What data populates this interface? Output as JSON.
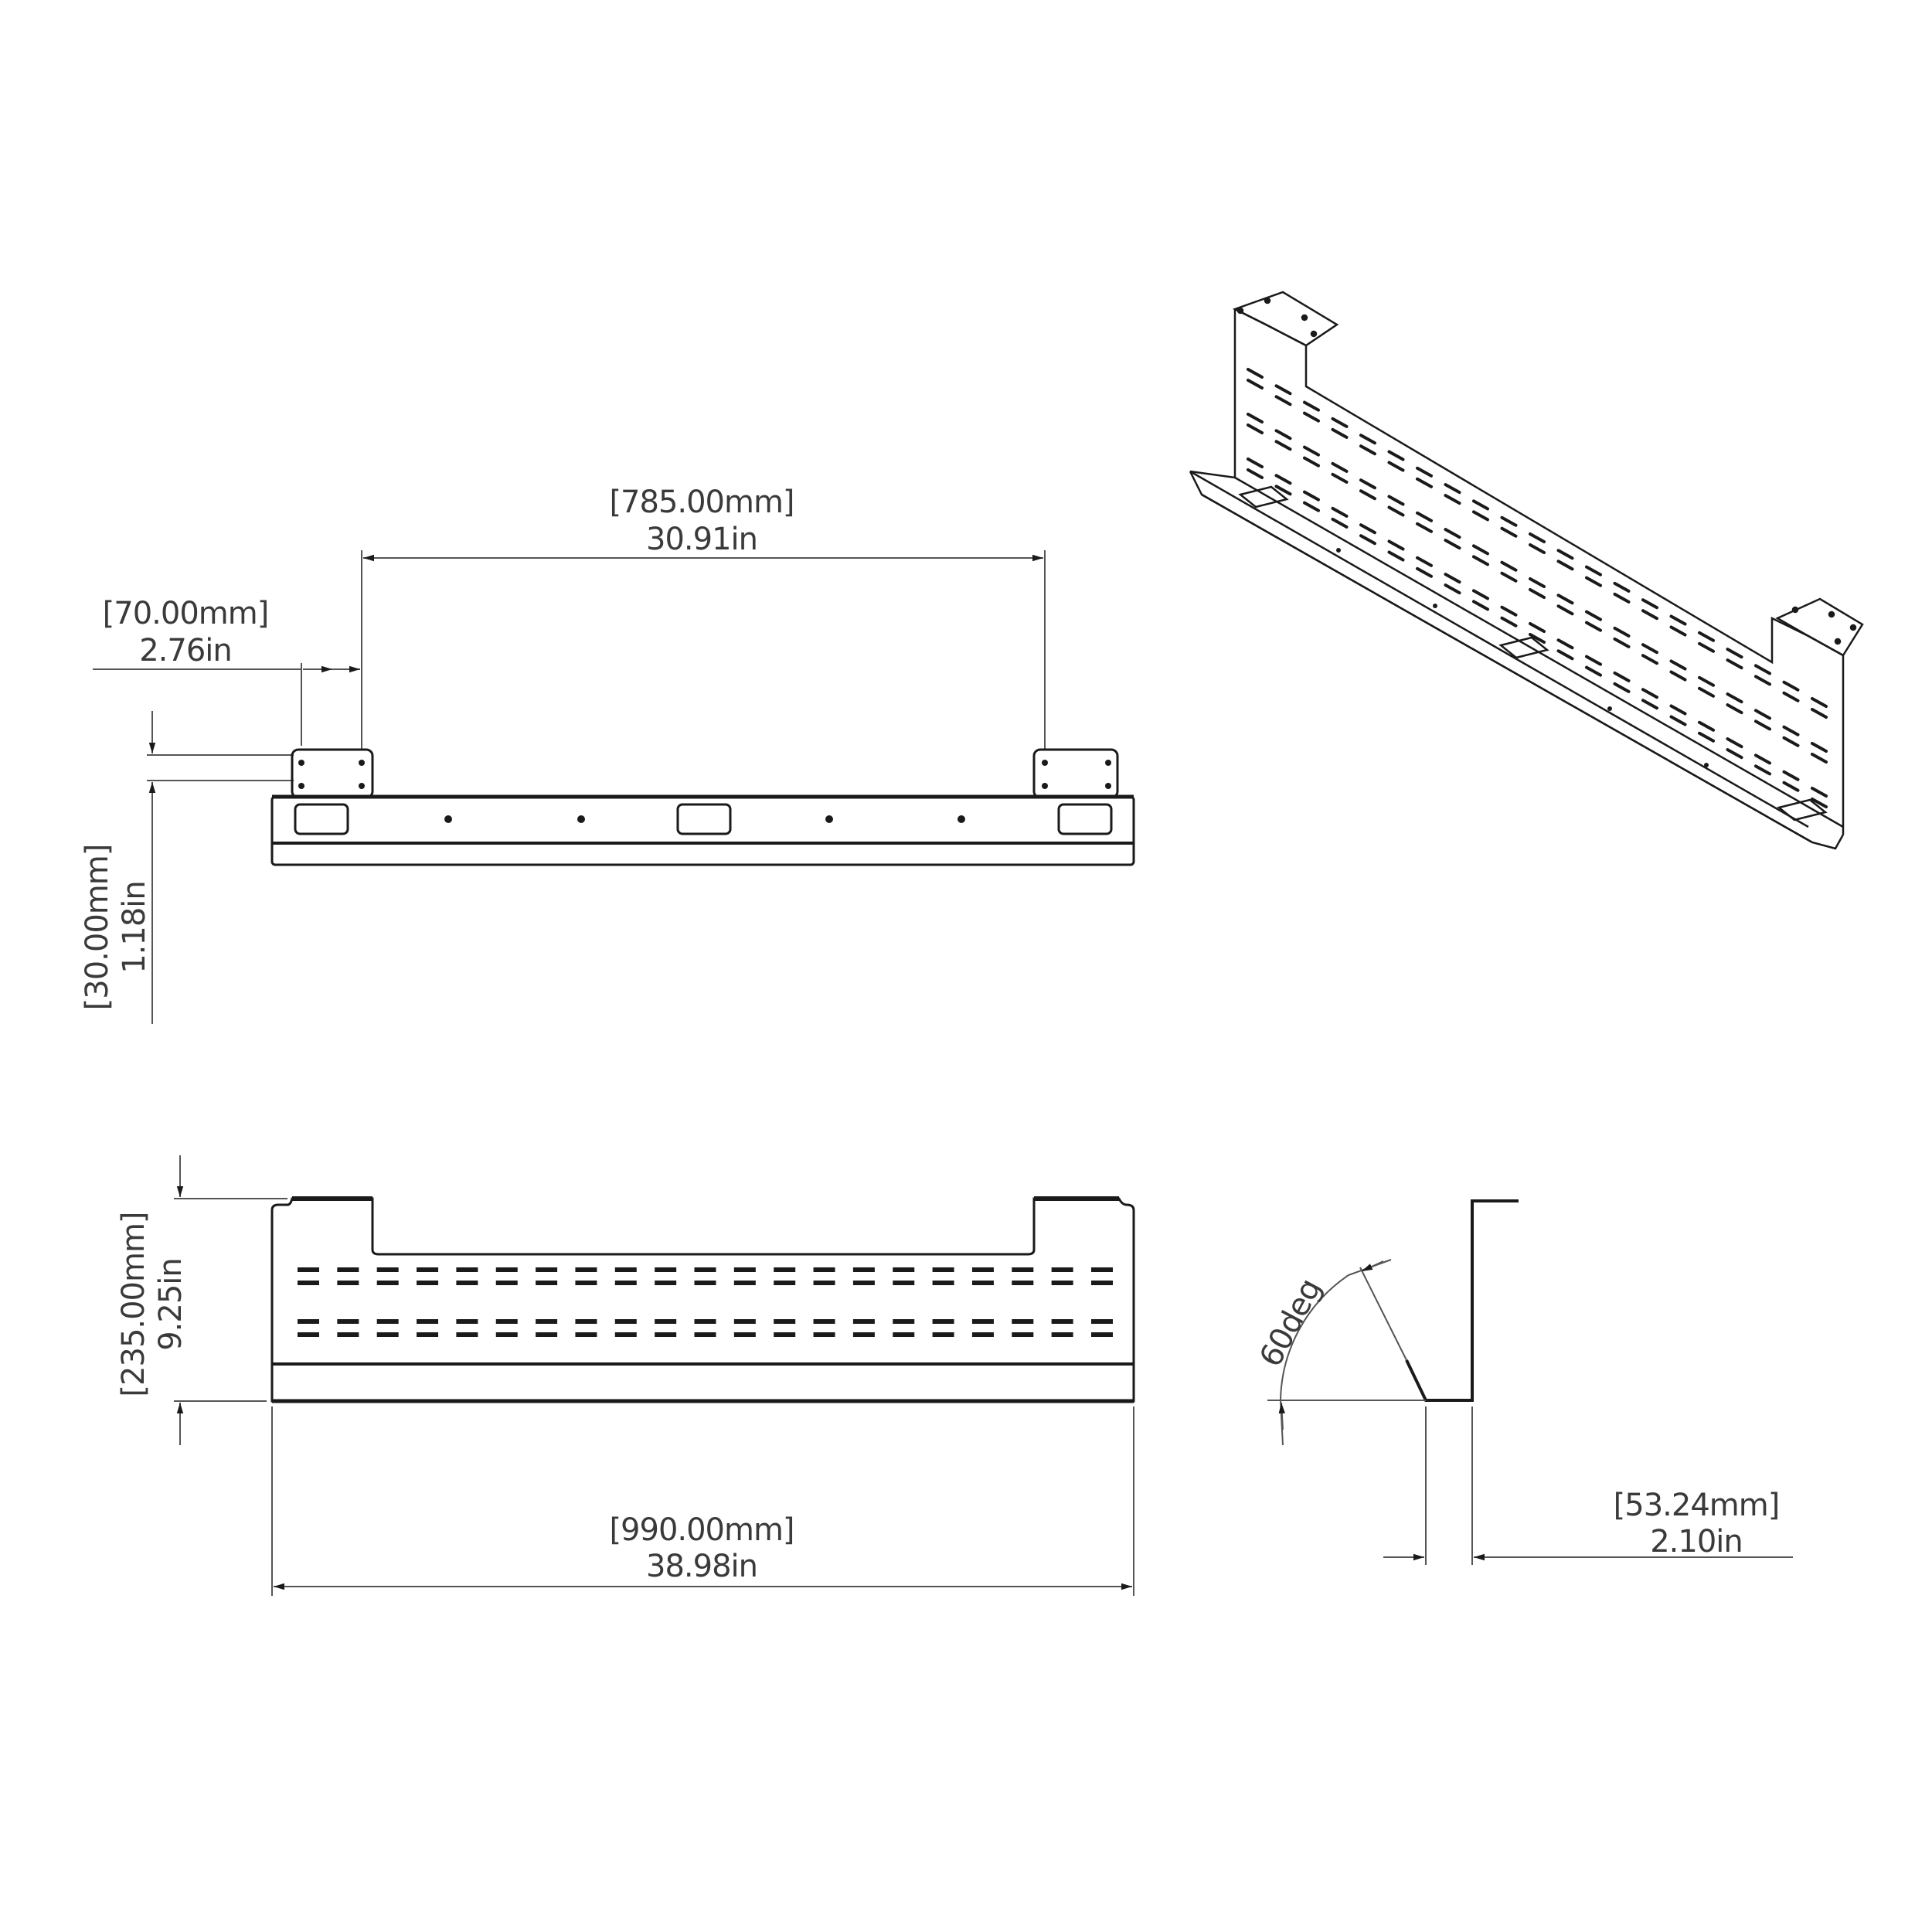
{
  "drawing": {
    "title": "Under-desk cable tray technical drawing",
    "line_color": "#1a1a1a",
    "dimension_color": "#555555",
    "views": [
      "front-top-view",
      "isometric-view",
      "elevation-view",
      "side-profile-view"
    ]
  },
  "dimensions": {
    "tab_spacing": {
      "mm": "[785.00mm]",
      "in": "30.91in"
    },
    "tab_width": {
      "mm": "[70.00mm]",
      "in": "2.76in"
    },
    "tab_height": {
      "mm": "[30.00mm]",
      "in": "1.18in"
    },
    "height": {
      "mm": "[235.00mm]",
      "in": "9.25in"
    },
    "length": {
      "mm": "[990.00mm]",
      "in": "38.98in"
    },
    "angle": {
      "label": "60deg"
    },
    "lip_depth": {
      "mm": "[53.24mm]",
      "in": "2.10in"
    }
  },
  "elevation": {
    "slot_rows": 4,
    "slots_per_row": 21
  },
  "front_view": {
    "cable_ports": 3,
    "screw_holes": 4
  }
}
